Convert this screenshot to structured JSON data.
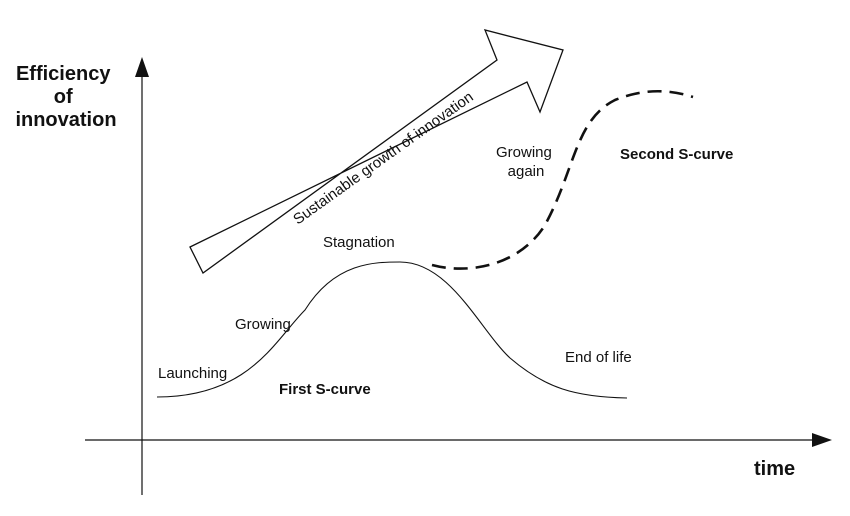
{
  "axes": {
    "y_title_lines": [
      "Efficiency",
      "of",
      "innovation"
    ],
    "x_title": "time"
  },
  "arrow": {
    "label": "Sustainable growth of innovation"
  },
  "labels": {
    "launching": "Launching",
    "growing": "Growing",
    "stagnation": "Stagnation",
    "end_of_life": "End of life",
    "first_s_curve": "First S-curve",
    "growing_again_lines": [
      "Growing",
      "again"
    ],
    "second_s_curve": "Second S-curve"
  },
  "colors": {
    "stroke": "#111111",
    "background": "#ffffff"
  }
}
